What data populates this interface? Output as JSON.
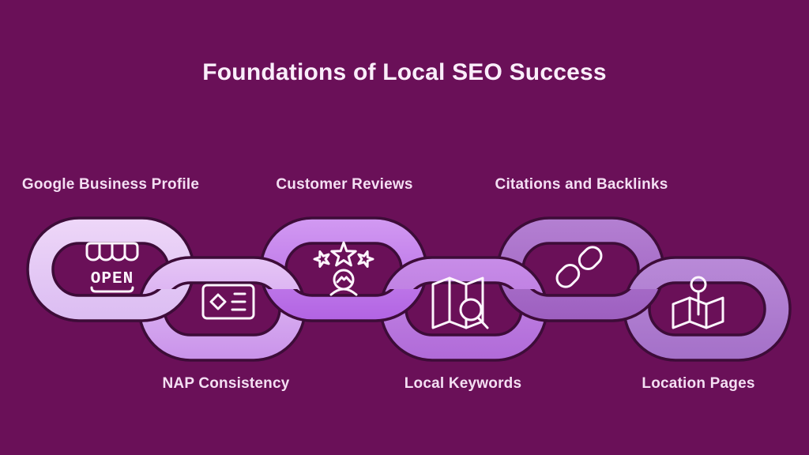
{
  "title": "Foundations of Local SEO Success",
  "colors": {
    "background": "#6a1058",
    "outline": "#3d0c38",
    "title_text": "#faeefa",
    "label_text": "#f4dff3",
    "icon_stroke": "#fdf5fd"
  },
  "links": [
    {
      "label": "Google Business Profile",
      "label_position": "top",
      "icon": "storefront-open-icon",
      "sign_text": "OPEN",
      "color_light": "#eed7f8",
      "color_dark": "#dbbcf2"
    },
    {
      "label": "NAP Consistency",
      "label_position": "bottom",
      "icon": "contact-card-icon",
      "color_light": "#e6c6f6",
      "color_dark": "#c992ea"
    },
    {
      "label": "Customer Reviews",
      "label_position": "top",
      "icon": "customer-rating-icon",
      "color_light": "#d29af2",
      "color_dark": "#b263e3"
    },
    {
      "label": "Local Keywords",
      "label_position": "bottom",
      "icon": "map-search-icon",
      "color_light": "#c88de8",
      "color_dark": "#b06ad8"
    },
    {
      "label": "Citations and Backlinks",
      "label_position": "top",
      "icon": "chain-link-icon",
      "color_light": "#b480d2",
      "color_dark": "#9d5fc0"
    },
    {
      "label": "Location Pages",
      "label_position": "bottom",
      "icon": "map-pin-icon",
      "color_light": "#b98ad8",
      "color_dark": "#a470c8"
    }
  ]
}
